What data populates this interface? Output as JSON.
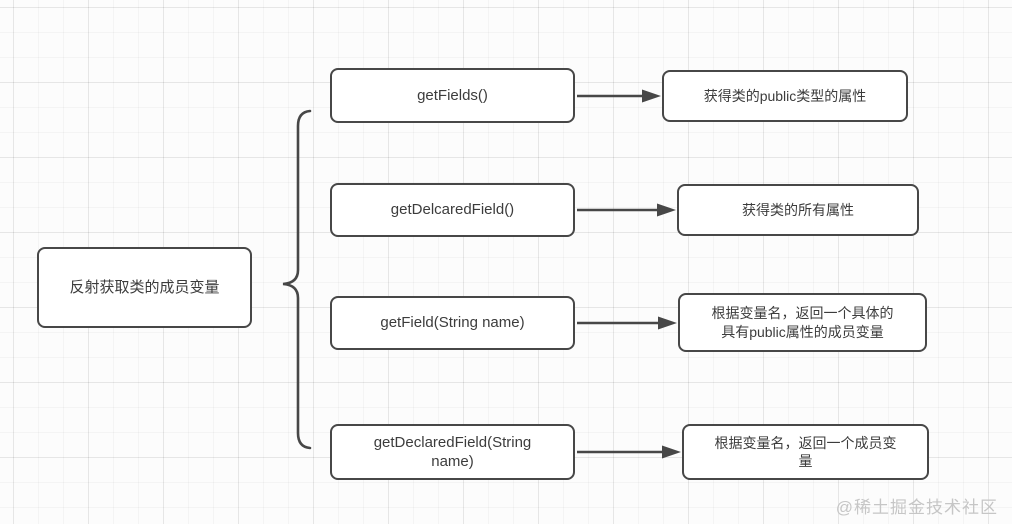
{
  "colors": {
    "line": "#474747",
    "box_border": "#474747",
    "text": "#3c3c3c",
    "background": "#fcfcfc",
    "watermark": "#c6c6c6"
  },
  "diagram": {
    "root_label": "反射获取类的成员变量",
    "rows": [
      {
        "method": "getFields()",
        "result": "获得类的public类型的属性"
      },
      {
        "method": "getDelcaredField()",
        "result": "获得类的所有属性"
      },
      {
        "method": "getField(String name)",
        "result": "根据变量名，返回一个具体的具有public属性的成员变量"
      },
      {
        "method": "getDeclaredField(String name)",
        "result": "根据变量名，返回一个成员变量"
      }
    ]
  },
  "watermark": "@稀土掘金技术社区"
}
